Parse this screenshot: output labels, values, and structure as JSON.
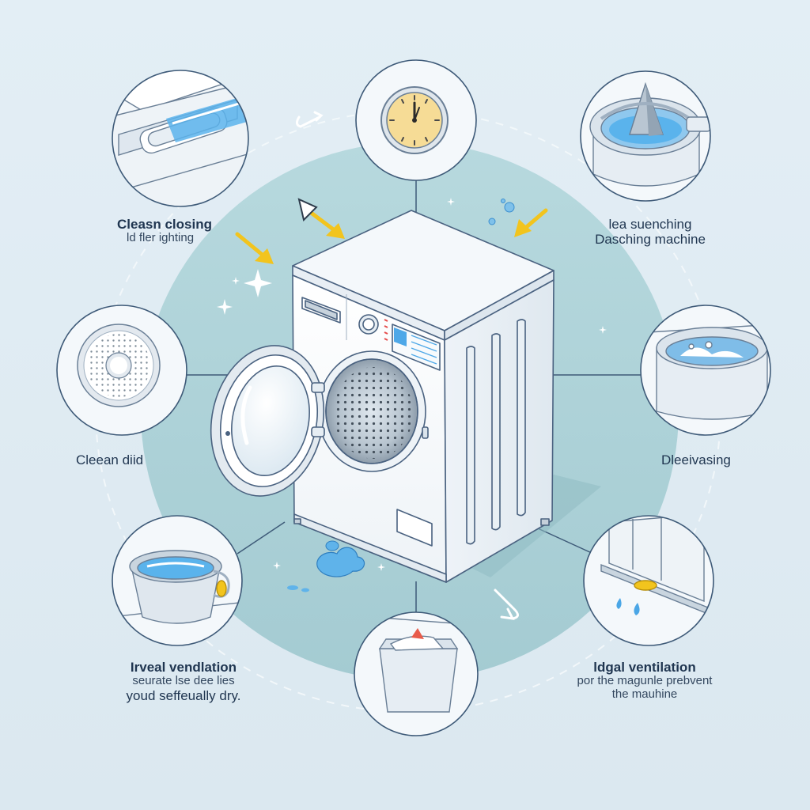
{
  "callouts": {
    "top_left": {
      "title": "Cleasn closing",
      "subtitle": "ld fler ighting"
    },
    "top_right": {
      "title": "lea suenching",
      "subtitle": "Dasching machine"
    },
    "mid_left": {
      "title": "Cleean diid"
    },
    "mid_right": {
      "title": "Dleeivasing"
    },
    "bottom_left": {
      "title": "Irveal vendlation",
      "line1": "seurate lse dee lies",
      "line2": "youd seffeually dry."
    },
    "bottom_right": {
      "title": "ldgal ventilation",
      "line1": "por the magunle prebvent",
      "line2": "the mauhine"
    }
  },
  "colors": {
    "background": "#dde9f1",
    "disc": "#a9d0d6",
    "outline": "#4a6785",
    "accent_yellow": "#f2c41d",
    "water_blue": "#4aa6e6",
    "clock_face": "#f6dc96"
  },
  "icons": [
    "drawer-icon",
    "clock-icon",
    "agitator-icon",
    "drum-filter-icon",
    "tub-icon",
    "bucket-icon",
    "leak-tray-icon",
    "detergent-box-icon",
    "washing-machine-icon"
  ]
}
